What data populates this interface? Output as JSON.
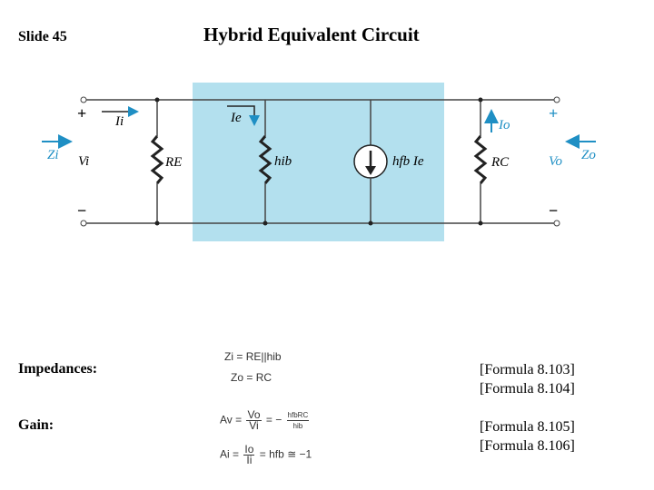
{
  "slide_number": "Slide 45",
  "title": "Hybrid Equivalent Circuit",
  "circuit": {
    "plus": "+",
    "minus": "−",
    "Ii": "Ii",
    "Zi": "Zi",
    "Vi": "Vi",
    "RE": "RE",
    "Ie": "Ie",
    "hib": "hib",
    "source": "hfb Ie",
    "Io": "Io",
    "RC": "RC",
    "Vo": "Vo",
    "Zo": "Zo",
    "colors": {
      "highlight": "#b3e0ee",
      "arrow": "#1f8fc4",
      "wire": "#444444"
    }
  },
  "sections": {
    "impedances_label": "Impedances:",
    "gain_label": "Gain:"
  },
  "equations": {
    "zi": {
      "lhs": "Zi",
      "rhs": "RE||hib"
    },
    "zo": {
      "lhs": "Zo",
      "rhs": "RC"
    },
    "av": {
      "lhs": "Av",
      "num": "Vo",
      "den": "Vi",
      "rhs_num": "hfbRC",
      "rhs_den": "hib",
      "rhs_sign": "−"
    },
    "ai": {
      "lhs": "Ai",
      "num": "Io",
      "den": "Ii",
      "rhs": "hfb",
      "approx": "≅",
      "value": "−1"
    }
  },
  "references": {
    "f103": "[Formula 8.103]",
    "f104": "[Formula 8.104]",
    "f105": "[Formula 8.105]",
    "f106": "[Formula 8.106]"
  }
}
